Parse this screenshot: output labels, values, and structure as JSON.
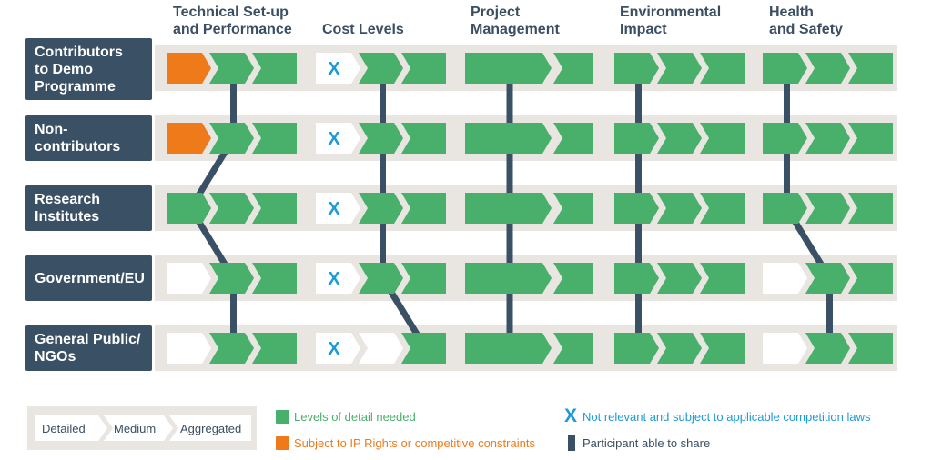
{
  "columns": [
    {
      "label": "Technical Set-up\nand Performance"
    },
    {
      "label": "Cost Levels"
    },
    {
      "label": "Project\nManagement"
    },
    {
      "label": "Environmental\nImpact"
    },
    {
      "label": "Health\nand Safety"
    }
  ],
  "rows": [
    {
      "label": "Contributors\nto Demo\nProgramme"
    },
    {
      "label": "Non-\ncontributors"
    },
    {
      "label": "Research\nInstitutes"
    },
    {
      "label": "Government/EU"
    },
    {
      "label": "General Public/\nNGOs"
    }
  ],
  "cells": [
    [
      "OGG",
      "XGG",
      "P",
      "GGG",
      "GGG"
    ],
    [
      "OGG",
      "XGG",
      "P",
      "GGG",
      "GGG"
    ],
    [
      "GGG",
      "XGG",
      "P",
      "GGG",
      "GGG"
    ],
    [
      "WGG",
      "XGG",
      "P",
      "GGG",
      "WGG"
    ],
    [
      "WGG",
      "XWG",
      "P",
      "GGG",
      "WGG"
    ]
  ],
  "cell_key": {
    "G": "level of detail needed",
    "O": "subject to IP rights or competitive constraints",
    "W": "not needed",
    "X": "not relevant and subject to applicable competition laws",
    "P": "project management: merged level"
  },
  "share_links": [
    [
      [
        0,
        0,
        1
      ],
      [
        1,
        0,
        1
      ]
    ],
    [
      [
        1,
        0,
        1
      ],
      [
        2,
        0,
        0
      ]
    ],
    [
      [
        2,
        0,
        0
      ],
      [
        3,
        0,
        1
      ]
    ],
    [
      [
        3,
        0,
        1
      ],
      [
        4,
        0,
        1
      ]
    ],
    [
      [
        0,
        1,
        1
      ],
      [
        1,
        1,
        1
      ]
    ],
    [
      [
        1,
        1,
        1
      ],
      [
        2,
        1,
        1
      ]
    ],
    [
      [
        2,
        1,
        1
      ],
      [
        3,
        1,
        1
      ]
    ],
    [
      [
        3,
        1,
        1
      ],
      [
        4,
        1,
        2
      ]
    ],
    [
      [
        0,
        2,
        0
      ],
      [
        1,
        2,
        0
      ]
    ],
    [
      [
        1,
        2,
        0
      ],
      [
        2,
        2,
        0
      ]
    ],
    [
      [
        2,
        2,
        0
      ],
      [
        3,
        2,
        0
      ]
    ],
    [
      [
        3,
        2,
        0
      ],
      [
        4,
        2,
        0
      ]
    ],
    [
      [
        0,
        3,
        0
      ],
      [
        1,
        3,
        0
      ]
    ],
    [
      [
        1,
        3,
        0
      ],
      [
        2,
        3,
        0
      ]
    ],
    [
      [
        2,
        3,
        0
      ],
      [
        3,
        3,
        0
      ]
    ],
    [
      [
        3,
        3,
        0
      ],
      [
        4,
        3,
        0
      ]
    ],
    [
      [
        0,
        4,
        0
      ],
      [
        1,
        4,
        0
      ]
    ],
    [
      [
        1,
        4,
        0
      ],
      [
        2,
        4,
        0
      ]
    ],
    [
      [
        2,
        4,
        0
      ],
      [
        3,
        4,
        1
      ]
    ],
    [
      [
        3,
        4,
        1
      ],
      [
        4,
        4,
        1
      ]
    ]
  ],
  "legend": {
    "detailed": "Detailed",
    "medium": "Medium",
    "aggregated": "Aggregated",
    "green_text": "Levels of detail needed",
    "orange_text": "Subject to IP Rights or competitive constraints",
    "x_symbol": "X",
    "x_text": "Not relevant and subject to applicable competition laws",
    "bar_text": "Participant able to share"
  },
  "colors": {
    "green": "#48b06a",
    "orange": "#ef7a1a",
    "navy": "#3a5065",
    "band": "#e9e6e2",
    "blue_x": "#1e9ad6"
  }
}
